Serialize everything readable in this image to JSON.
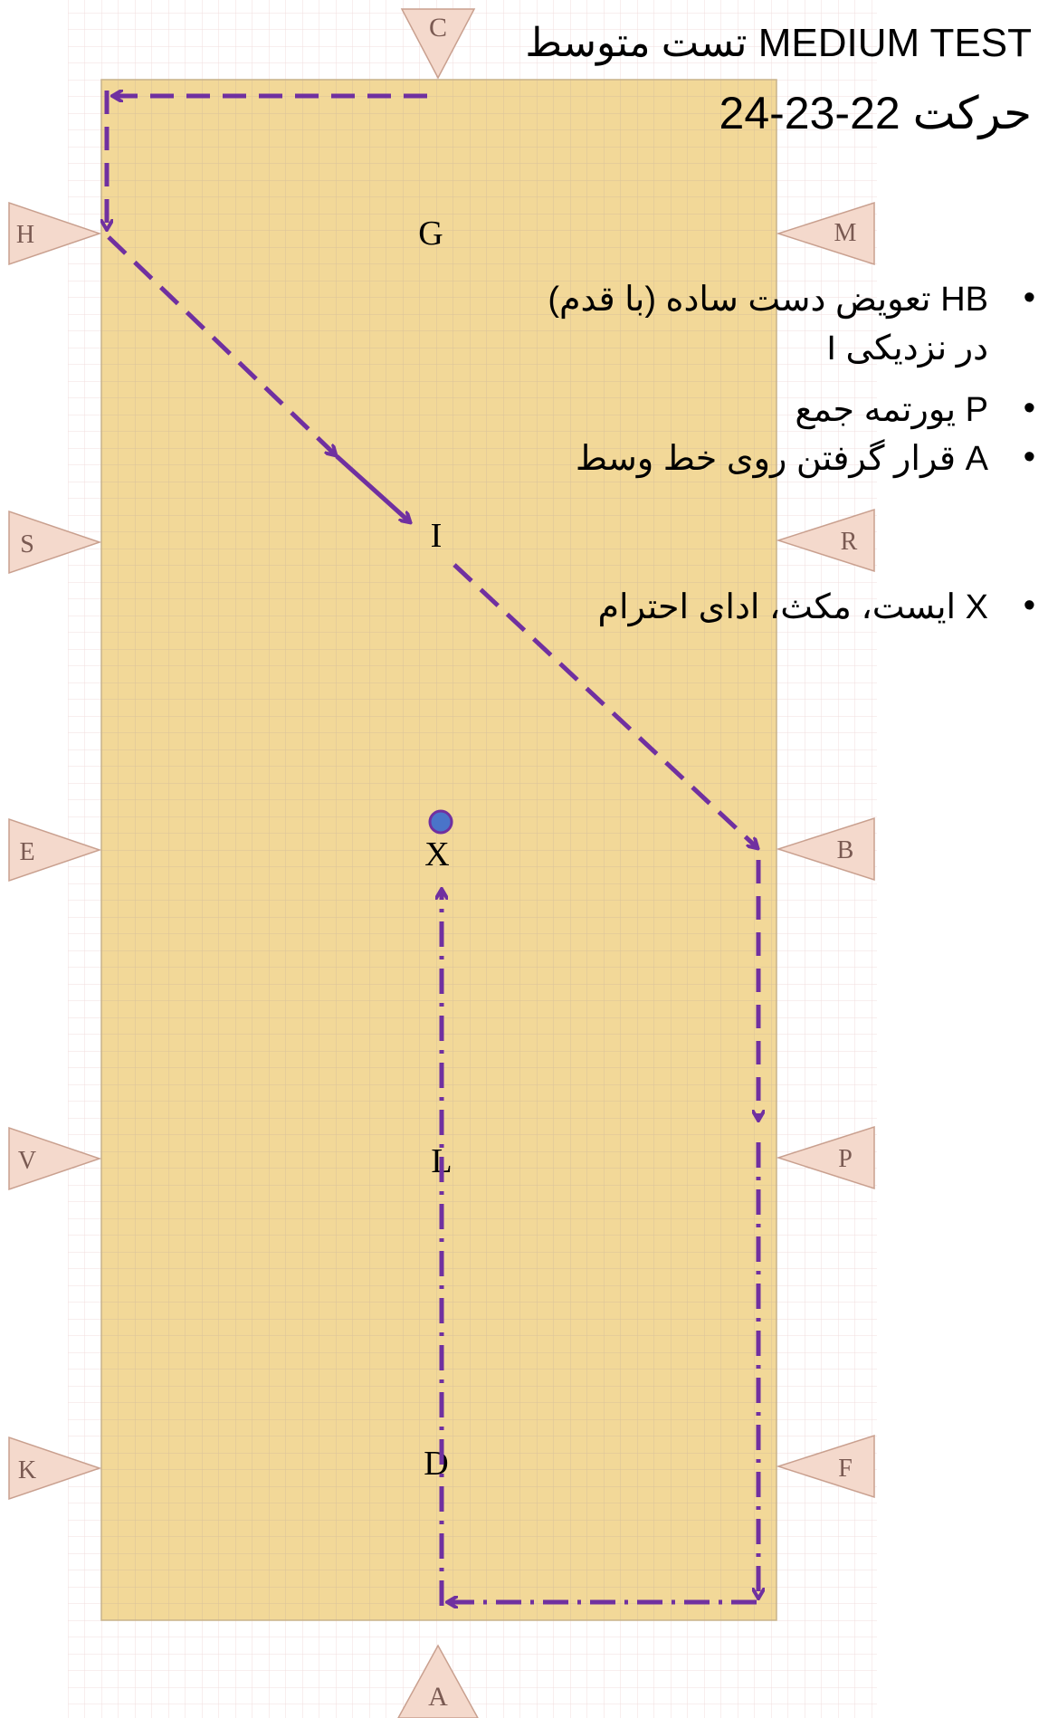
{
  "title": {
    "line1": "تست متوسط MEDIUM TEST",
    "line2": "حرکت 22-23-24"
  },
  "arena": {
    "fill_color": "#f2d898",
    "grid_color": "#d9c29a",
    "outer_grid_color": "#f3dede",
    "marker_fill": "#f4d9cc",
    "marker_stroke": "#c9a08f",
    "path_color": "#7030a0",
    "dot_color": "#4a74c9",
    "markers": {
      "C": "C",
      "H": "H",
      "M": "M",
      "S": "S",
      "R": "R",
      "E": "E",
      "B": "B",
      "V": "V",
      "P": "P",
      "K": "K",
      "F": "F",
      "A": "A"
    },
    "centerline_letters": {
      "G": "G",
      "I": "I",
      "X": "X",
      "L": "L",
      "D": "D"
    }
  },
  "notes": [
    {
      "text": "HB تعویض دست ساده (با قدم)",
      "cont": "در نزدیکی I"
    },
    {
      "text": "P یورتمه جمع"
    },
    {
      "text": "A قرار گرفتن روی خط وسط"
    },
    {
      "text": "X ایست، مکث، ادای احترام"
    }
  ],
  "bullet": "•"
}
